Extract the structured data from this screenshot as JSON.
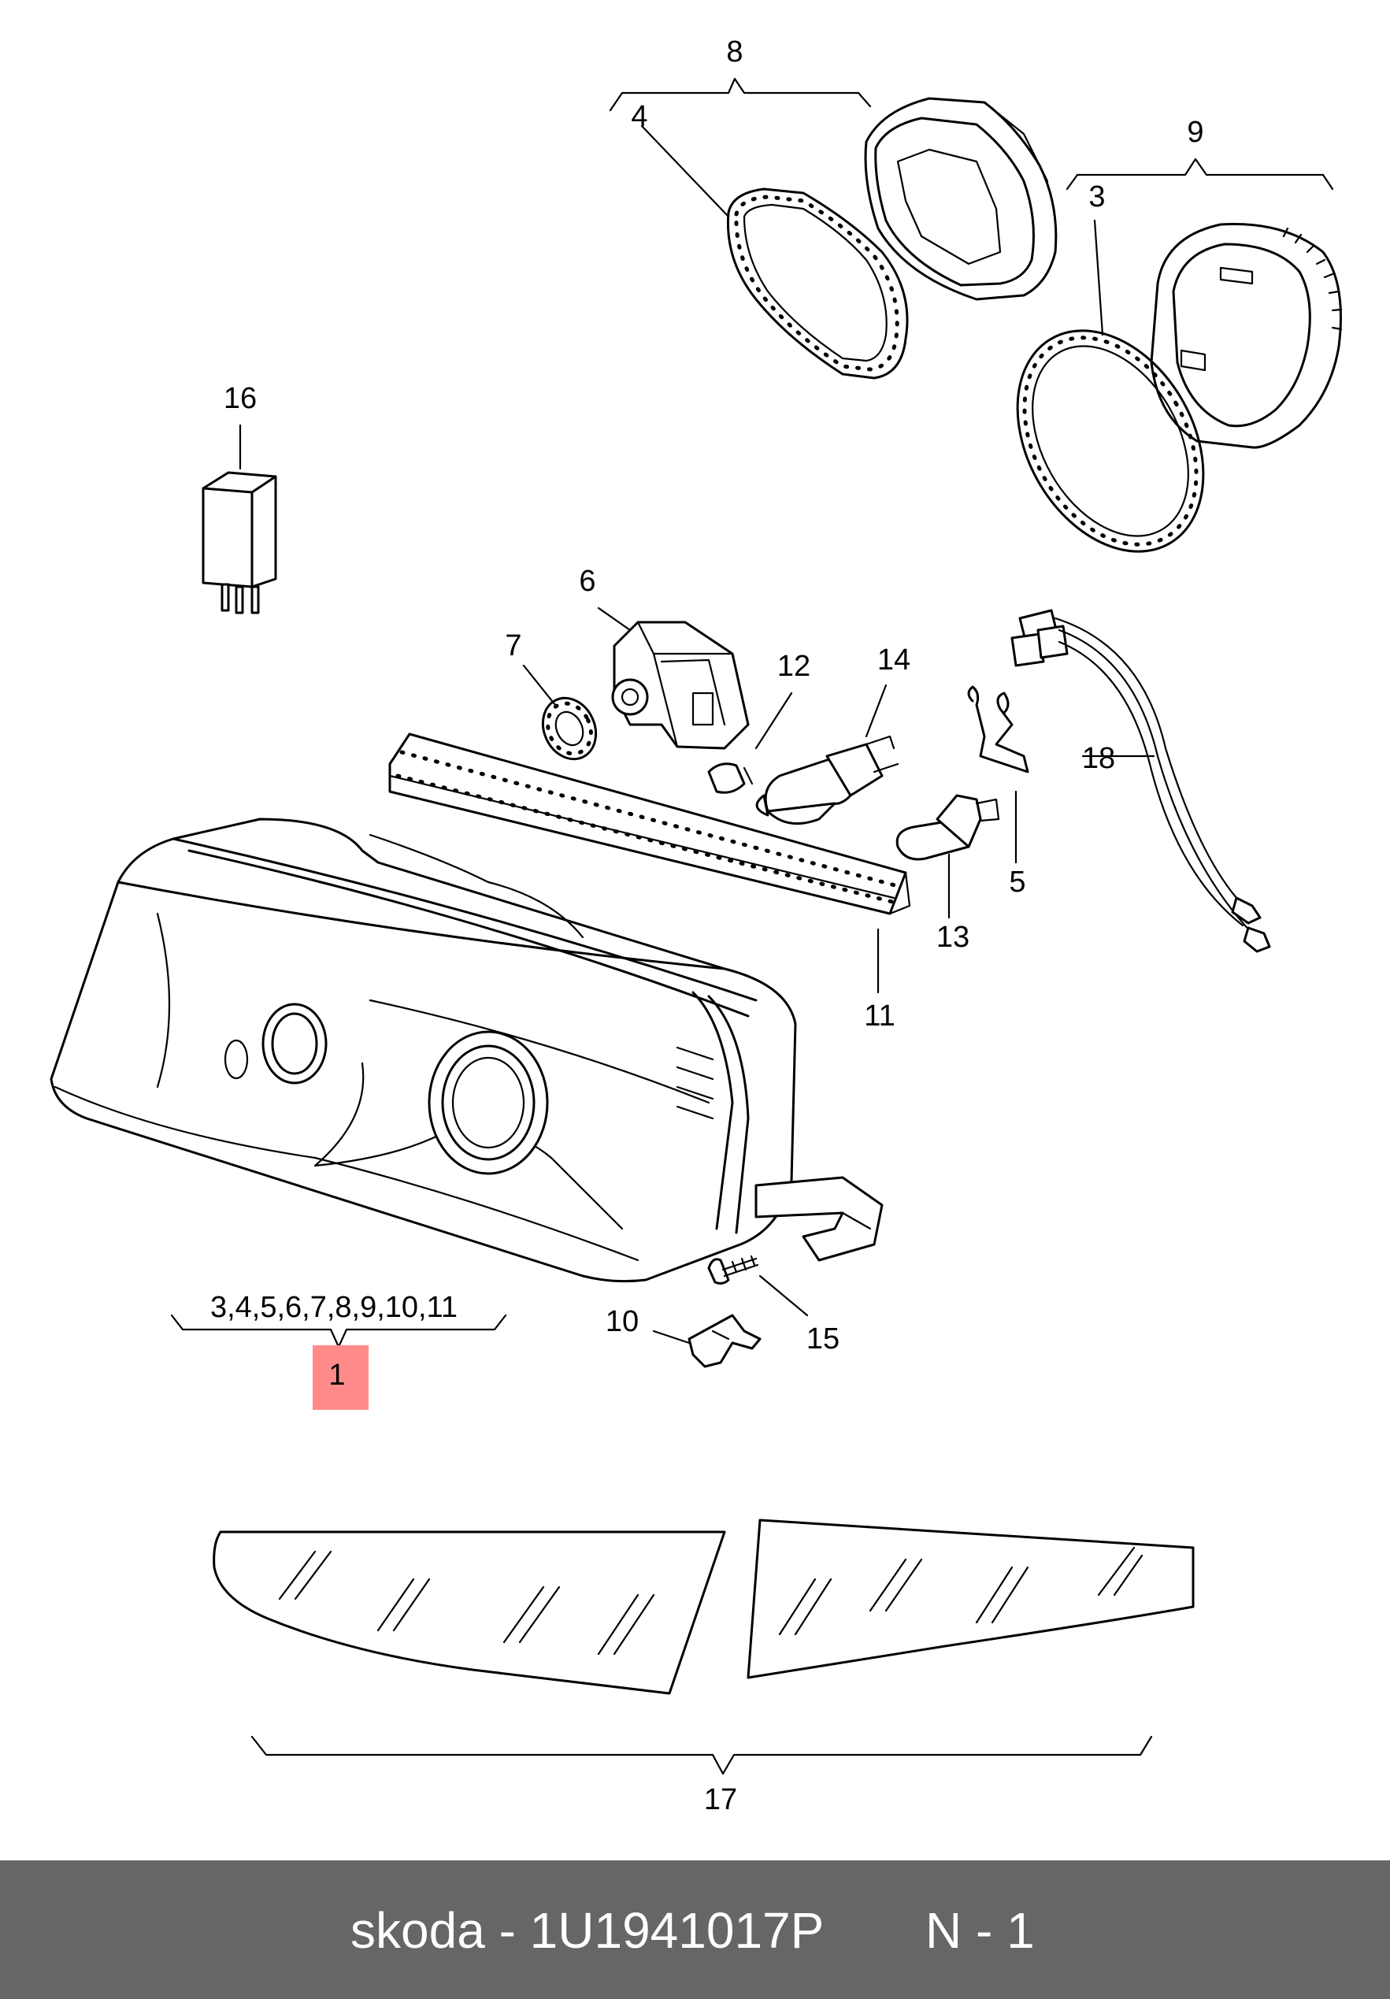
{
  "callouts": {
    "c1": "1",
    "c3": "3",
    "c4": "4",
    "c5": "5",
    "c6": "6",
    "c7": "7",
    "c8": "8",
    "c9": "9",
    "c10": "10",
    "c11": "11",
    "c12": "12",
    "c13": "13",
    "c14": "14",
    "c15": "15",
    "c16": "16",
    "c17": "17",
    "c18": "18",
    "set1": "3,4,5,6,7,8,9,10,11"
  },
  "highlight_color": "#ff8a8a",
  "footer": {
    "part_text": "skoda - 1U1941017P",
    "qty_text": "N - 1"
  }
}
